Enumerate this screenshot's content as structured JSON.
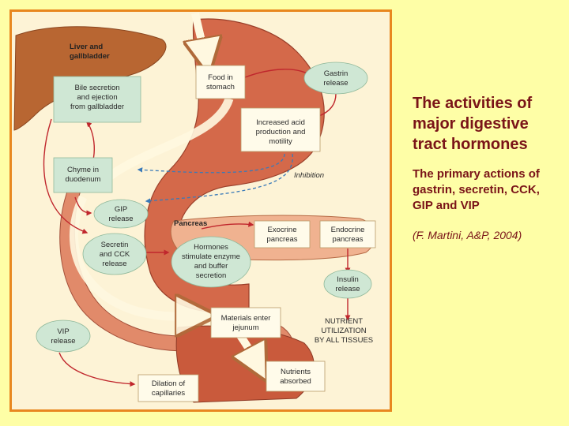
{
  "title": "The activities of major digestive tract hormones",
  "subtitle": "The primary actions of gastrin, secretin, CCK, GIP and VIP",
  "citation": "(F. Martini, A&P, 2004)",
  "diagram": {
    "organs": {
      "liver": [
        "Liver and",
        "gallbladder"
      ],
      "pancreas": "Pancreas"
    },
    "boxes": {
      "food_in_stomach": [
        "Food in",
        "stomach"
      ],
      "bile_secretion": [
        "Bile secretion",
        "and ejection",
        "from gallbladder"
      ],
      "increased_acid": [
        "Increased acid",
        "production and",
        "motility"
      ],
      "chyme": [
        "Chyme in",
        "duodenum"
      ],
      "exocrine": [
        "Exocrine",
        "pancreas"
      ],
      "endocrine": [
        "Endocrine",
        "pancreas"
      ],
      "materials_jejunum": [
        "Materials enter",
        "jejunum"
      ],
      "nutrients_absorbed": [
        "Nutrients",
        "absorbed"
      ],
      "dilation": [
        "Dilation of",
        "capillaries"
      ]
    },
    "ovals": {
      "gastrin": [
        "Gastrin",
        "release"
      ],
      "gip": [
        "GIP",
        "release"
      ],
      "secretin_cck": [
        "Secretin",
        "and CCK",
        "release"
      ],
      "hormones": [
        "Hormones",
        "stimulate enzyme",
        "and buffer",
        "secretion"
      ],
      "insulin": [
        "Insulin",
        "release"
      ],
      "vip": [
        "VIP",
        "release"
      ]
    },
    "text": {
      "inhibition": "Inhibition",
      "nutrient_util": [
        "NUTRIENT",
        "UTILIZATION",
        "BY ALL TISSUES"
      ]
    }
  }
}
